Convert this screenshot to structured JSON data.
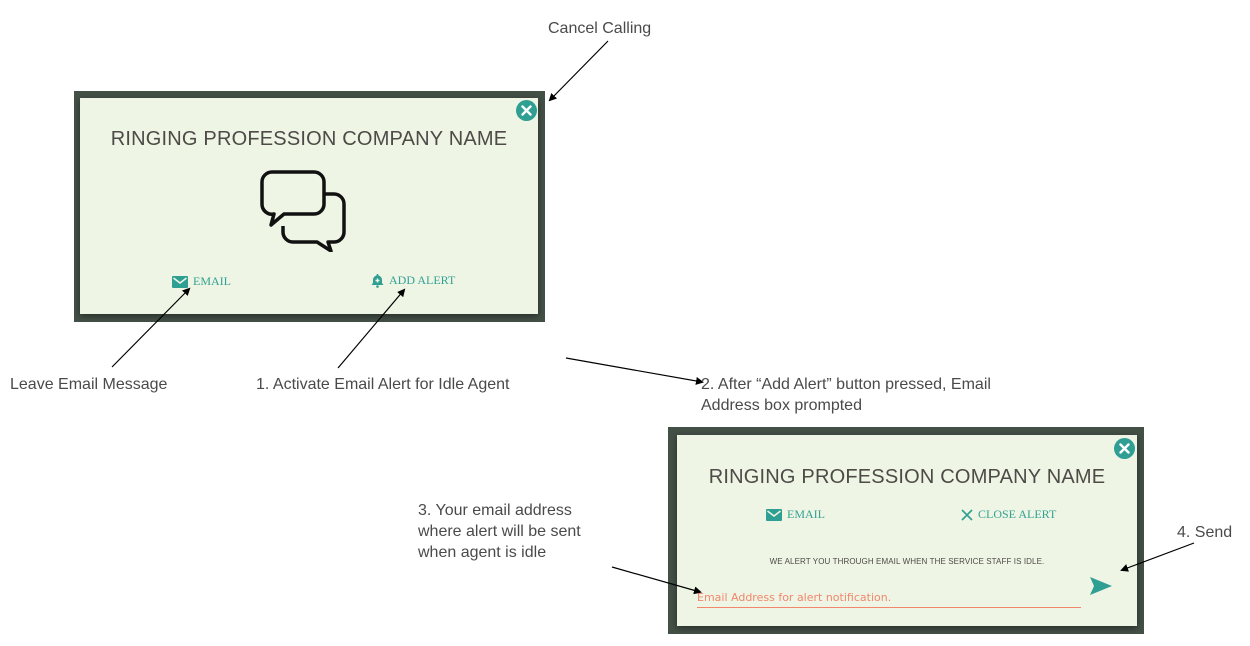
{
  "annotations": {
    "cancel_calling": "Cancel Calling",
    "leave_email": "Leave Email Message",
    "activate_alert": "1. Activate Email Alert for Idle Agent",
    "after_add_alert_line1": "2. After “Add Alert” button pressed, Email",
    "after_add_alert_line2": "Address box prompted",
    "your_email_line1": "3. Your email address",
    "your_email_line2": "where alert will be sent",
    "your_email_line3": "when agent is idle",
    "send": "4. Send"
  },
  "modal_calling": {
    "title": "RINGING PROFESSION COMPANY NAME",
    "close_icon": "close-circle-icon",
    "center_icon": "chat-bubbles-icon",
    "email_label": "EMAIL",
    "email_icon": "envelope-icon",
    "add_alert_label": "ADD ALERT",
    "add_alert_icon": "bell-plus-icon"
  },
  "modal_alert": {
    "title": "RINGING PROFESSION COMPANY NAME",
    "close_icon": "close-circle-icon",
    "email_label": "EMAIL",
    "email_icon": "envelope-icon",
    "close_alert_label": "CLOSE ALERT",
    "close_alert_icon": "x-icon",
    "info": "WE ALERT YOU THROUGH EMAIL WHEN THE SERVICE STAFF IS IDLE.",
    "email_input": {
      "value": "",
      "placeholder": "Email Address for alert notification."
    },
    "send_icon": "send-icon"
  },
  "colors": {
    "accent": "#2f9e93",
    "frame": "#435046",
    "modal_bg": "#eef5e4",
    "input_accent": "#f2876d",
    "annotation_text": "#4a4a4a"
  }
}
